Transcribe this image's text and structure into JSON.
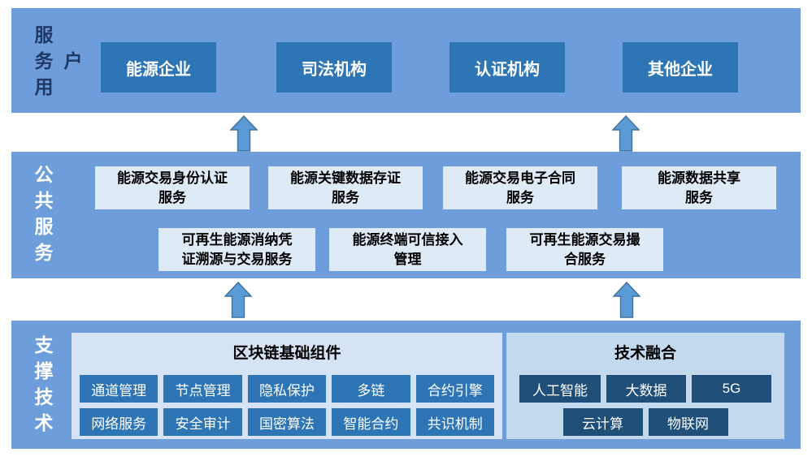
{
  "figure": {
    "bands": {
      "users": {
        "label": "服务用户",
        "boxes": [
          "能源企业",
          "司法机构",
          "认证机构",
          "其他企业"
        ]
      },
      "services": {
        "label": "公共服务",
        "row1": [
          "能源交易身份认证\n服务",
          "能源关键数据存证\n服务",
          "能源交易电子合同\n服务",
          "能源数据共享\n服务"
        ],
        "row2": [
          "可再生能源消纳凭\n证溯源与交易服务",
          "能源终端可信接入\n管理",
          "可再生能源交易撮\n合服务"
        ]
      },
      "tech": {
        "label": "支撑技术",
        "blockchain": {
          "title": "区块链基础组件",
          "chips": [
            "通道管理",
            "节点管理",
            "隐私保护",
            "多链",
            "合约引擎",
            "网络服务",
            "安全审计",
            "国密算法",
            "智能合约",
            "共识机制"
          ]
        },
        "fusion": {
          "title": "技术融合",
          "chips_row1": [
            "人工智能",
            "大数据",
            "5G"
          ],
          "chips_row2": [
            "云计算",
            "物联网"
          ]
        }
      }
    },
    "colors": {
      "band_bg": "#6D9EDB",
      "dark_box": "#2E75B6",
      "light_box": "#DEEBF7",
      "panel_left_bg": "#D5E3F5",
      "panel_right_bg": "#C2D9EE",
      "chip_dark": "#1F4E79",
      "arrow_fill": "#5B9BD5",
      "arrow_stroke": "#41719C",
      "label_dark_text": "#1F3864"
    }
  }
}
